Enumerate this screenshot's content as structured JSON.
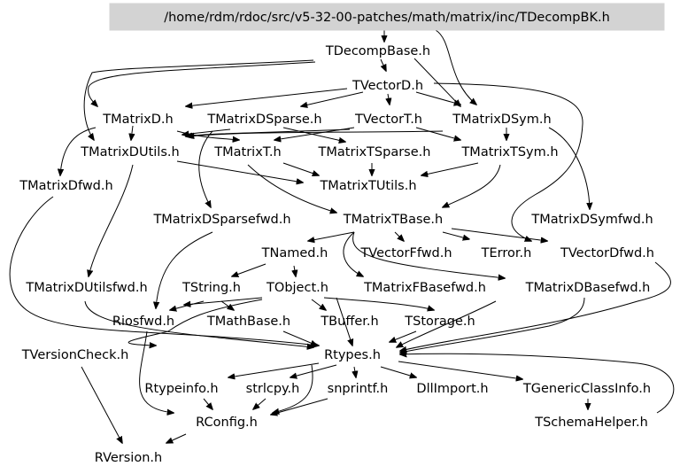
{
  "graph": {
    "title": "/home/rdm/rdoc/src/v5-32-00-patches/math/matrix/inc/TDecompBK.h",
    "colors": {
      "root_fill": "#d3d3d3",
      "edge": "#000000",
      "text": "#000000",
      "background": "#ffffff"
    },
    "nodes": {
      "root": "/home/rdm/rdoc/src/v5-32-00-patches/math/matrix/inc/TDecompBK.h",
      "tdecompbase": "TDecompBase.h",
      "tvectord": "TVectorD.h",
      "tmatrixd": "TMatrixD.h",
      "tmatrixdsparse": "TMatrixDSparse.h",
      "tvectort": "TVectorT.h",
      "tmatrixdsym": "TMatrixDSym.h",
      "tmatrixdutils": "TMatrixDUtils.h",
      "tmatrixt": "TMatrixT.h",
      "tmatrixtsparse": "TMatrixTSparse.h",
      "tmatrixtsym": "TMatrixTSym.h",
      "tmatrixdfwd": "TMatrixDfwd.h",
      "tmatrixtutils": "TMatrixTUtils.h",
      "tmatrixdsparsefwd": "TMatrixDSparsefwd.h",
      "tmatrixtbase": "TMatrixTBase.h",
      "tmatrixdsymfwd": "TMatrixDSymfwd.h",
      "tnamed": "TNamed.h",
      "tvectorffwd": "TVectorFfwd.h",
      "terror": "TError.h",
      "tvectordfwd": "TVectorDfwd.h",
      "tmatrixdutilsfwd": "TMatrixDUtilsfwd.h",
      "tstring": "TString.h",
      "tobject": "TObject.h",
      "tmatrixfbasefwd": "TMatrixFBasefwd.h",
      "tmatrixdbasefwd": "TMatrixDBasefwd.h",
      "riosfwd": "Riosfwd.h",
      "tmathbase": "TMathBase.h",
      "tbuffer": "TBuffer.h",
      "tstorage": "TStorage.h",
      "tversioncheck": "TVersionCheck.h",
      "rtypes": "Rtypes.h",
      "rtypeinfo": "Rtypeinfo.h",
      "strlcpy": "strlcpy.h",
      "snprintf": "snprintf.h",
      "dllimport": "DllImport.h",
      "tgenericclassinfo": "TGenericClassInfo.h",
      "rconfig": "RConfig.h",
      "tschemahelper": "TSchemaHelper.h",
      "rversion": "RVersion.h"
    }
  }
}
